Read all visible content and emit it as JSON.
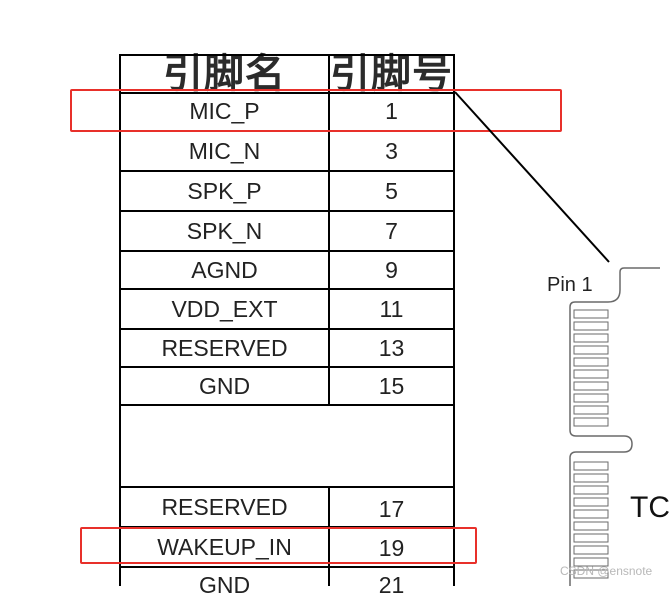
{
  "table": {
    "header": {
      "pin_name": "引脚名",
      "pin_number": "引脚号"
    },
    "rows": [
      {
        "name": "MIC_P",
        "number": "1"
      },
      {
        "name": "MIC_N",
        "number": "3"
      },
      {
        "name": "SPK_P",
        "number": "5"
      },
      {
        "name": "SPK_N",
        "number": "7"
      },
      {
        "name": "AGND",
        "number": "9"
      },
      {
        "name": "VDD_EXT",
        "number": "11"
      },
      {
        "name": "RESERVED",
        "number": "13"
      },
      {
        "name": "GND",
        "number": "15"
      },
      {
        "name": "",
        "number": ""
      },
      {
        "name": "RESERVED",
        "number": "17"
      },
      {
        "name": "WAKEUP_IN",
        "number": "19"
      },
      {
        "name": "GND",
        "number": "21"
      }
    ],
    "highlighted_pins": [
      "MIC_P",
      "WAKEUP_IN"
    ]
  },
  "connector": {
    "pin_label": "Pin 1",
    "side_text": "TC"
  },
  "watermark": "CSDN @ensnote",
  "colors": {
    "grid": "#000000",
    "highlight": "#e8302a",
    "text": "#222222"
  }
}
